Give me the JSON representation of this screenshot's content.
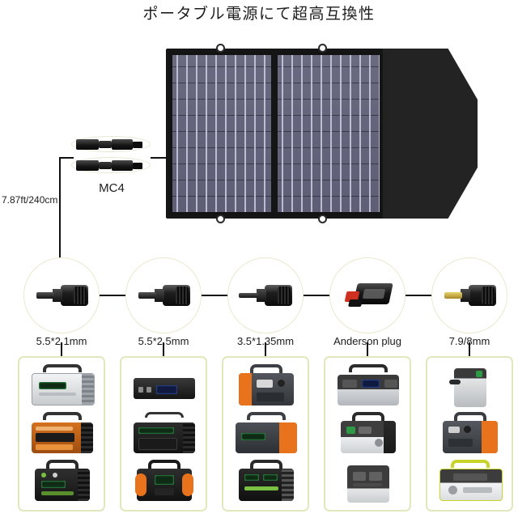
{
  "page": {
    "title": "ポータブル電源にて超高互換性",
    "background_color": "#ffffff",
    "box_border_color": "#e2e7bc",
    "circle_border_color": "#ece8cf",
    "wire_color": "#111111"
  },
  "solar_panel": {
    "name": "foldable-solar-panel",
    "leaf_count": 2,
    "grommet_count": 4,
    "cell_color": "#63637b",
    "frame_color": "#151515",
    "flap_color": "#232323"
  },
  "mc4": {
    "label": "MC4",
    "cable_length_label": "7.87ft/240cm",
    "connector_count": 2
  },
  "connectors": [
    {
      "label": "5.5*2.1mm",
      "icon": "barrel-plug-icon",
      "tip": "silver"
    },
    {
      "label": "5.5*2.5mm",
      "icon": "barrel-plug-icon",
      "tip": "silver"
    },
    {
      "label": "3.5*1.35mm",
      "icon": "barrel-plug-icon",
      "tip": "silver"
    },
    {
      "label": "Anderson plug",
      "icon": "anderson-plug-icon",
      "tip": "red-black"
    },
    {
      "label": "7.9/8mm",
      "icon": "barrel-plug-icon",
      "tip": "gold"
    }
  ],
  "product_columns": [
    {
      "connector": "5.5*2.1mm",
      "devices": [
        {
          "name": "silver-power-station",
          "body_color": "#d8dadd",
          "accent_color": "#2f9a45"
        },
        {
          "name": "orange-power-station",
          "body_color": "#d4731f",
          "accent_color": "#2a2a2a"
        },
        {
          "name": "black-green-power-station",
          "body_color": "#262626",
          "accent_color": "#7ac143"
        }
      ]
    },
    {
      "connector": "5.5*2.5mm",
      "devices": [
        {
          "name": "flat-black-inverter",
          "body_color": "#1d1d1d",
          "accent_color": "#3a5bd9"
        },
        {
          "name": "black-box-station",
          "body_color": "#1f1f1f",
          "accent_color": "#5ad15a"
        },
        {
          "name": "black-orange-station",
          "body_color": "#242424",
          "accent_color": "#e8731c"
        }
      ]
    },
    {
      "connector": "3.5*1.35mm",
      "devices": [
        {
          "name": "orange-grey-station",
          "body_color": "#4a4a4f",
          "accent_color": "#e8731c"
        },
        {
          "name": "orange-dark-station",
          "body_color": "#3c3f44",
          "accent_color": "#e8731c"
        },
        {
          "name": "black-green-station",
          "body_color": "#1f1f1f",
          "accent_color": "#7ac143"
        }
      ]
    },
    {
      "connector": "Anderson plug",
      "devices": [
        {
          "name": "silver-black-station",
          "body_color": "#c9ccd0",
          "accent_color": "#2b2b2b"
        },
        {
          "name": "white-grey-station",
          "body_color": "#e2e4e6",
          "accent_color": "#3a3a3a"
        },
        {
          "name": "grey-white-cube-station",
          "body_color": "#d7d9db",
          "accent_color": "#333333"
        }
      ]
    },
    {
      "connector": "7.9/8mm",
      "devices": [
        {
          "name": "silver-tower-battery",
          "body_color": "#cfd2d5",
          "accent_color": "#2d2d2d"
        },
        {
          "name": "grey-orange-station",
          "body_color": "#4d5055",
          "accent_color": "#e8731c"
        },
        {
          "name": "white-yellow-station",
          "body_color": "#f0f1f2",
          "accent_color": "#c8d42a"
        }
      ]
    }
  ]
}
